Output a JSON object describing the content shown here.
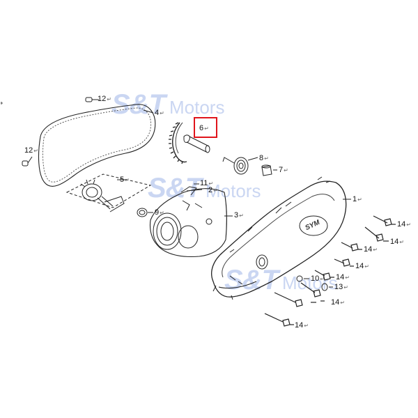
{
  "watermark": {
    "brand": "S&T",
    "word": "Motors"
  },
  "callouts": [
    {
      "id": "c12a",
      "text": "12"
    },
    {
      "id": "c4",
      "text": "4"
    },
    {
      "id": "c12b",
      "text": "12"
    },
    {
      "id": "c6",
      "text": "6"
    },
    {
      "id": "c8",
      "text": "8"
    },
    {
      "id": "c7",
      "text": "7"
    },
    {
      "id": "c5",
      "text": "5"
    },
    {
      "id": "c11",
      "text": "11"
    },
    {
      "id": "c2",
      "text": "2"
    },
    {
      "id": "c9",
      "text": "9"
    },
    {
      "id": "c3",
      "text": "3"
    },
    {
      "id": "c1",
      "text": "1"
    },
    {
      "id": "c14a",
      "text": "14"
    },
    {
      "id": "c14b",
      "text": "14"
    },
    {
      "id": "c14c",
      "text": "14"
    },
    {
      "id": "c14d",
      "text": "14"
    },
    {
      "id": "c10",
      "text": "10"
    },
    {
      "id": "c14e",
      "text": "14"
    },
    {
      "id": "c13",
      "text": "13"
    },
    {
      "id": "c14f",
      "text": "14"
    },
    {
      "id": "c14g",
      "text": "14"
    }
  ],
  "return_glyph": "↵",
  "highlight": {
    "part": "6",
    "color": "#e0141b"
  },
  "cover_logo": "SYM"
}
